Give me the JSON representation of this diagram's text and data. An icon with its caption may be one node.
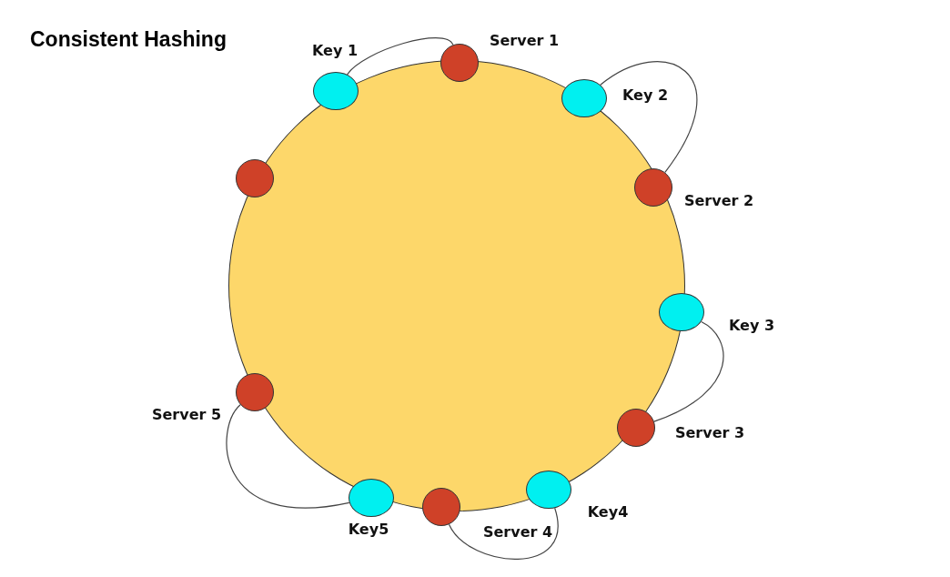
{
  "diagram": {
    "title": "Consistent Hashing",
    "nodes": [
      {
        "text": [],
        "shape": "circle",
        "beside": [
          "Server 1"
        ]
      },
      {
        "text": [],
        "shape": "circle",
        "beside": [
          "Key 1"
        ]
      },
      {
        "text": [],
        "shape": "circle",
        "beside": [
          "Key 2"
        ]
      },
      {
        "text": [],
        "shape": "circle"
      },
      {
        "text": [],
        "shape": "circle",
        "beside": [
          "Server 2"
        ]
      },
      {
        "text": [],
        "shape": "circle",
        "beside": [
          "Key 3"
        ]
      },
      {
        "text": [],
        "shape": "circle",
        "beside": [
          "Server 5"
        ]
      },
      {
        "text": [],
        "shape": "circle",
        "beside": [
          "Server 3"
        ]
      },
      {
        "text": [],
        "shape": "circle",
        "beside": [
          "Key4"
        ]
      },
      {
        "text": [],
        "shape": "circle",
        "beside": [
          "Key5"
        ]
      },
      {
        "text": [],
        "shape": "circle",
        "beside": [
          "Server 4"
        ]
      }
    ],
    "edges": [
      {
        "from": 1,
        "to": 0,
        "arrow": "none"
      },
      {
        "from": 2,
        "to": 4,
        "arrow": "none"
      },
      {
        "from": 5,
        "to": 7,
        "arrow": "none"
      },
      {
        "from": 8,
        "to": 10,
        "arrow": "none"
      },
      {
        "from": 9,
        "to": 6,
        "arrow": "none"
      }
    ]
  }
}
